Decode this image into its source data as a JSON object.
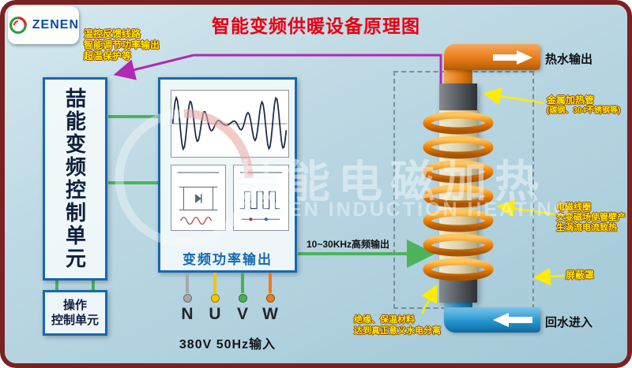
{
  "title": "智能变频供暖设备原理图",
  "logo": {
    "brand": "ZENEN"
  },
  "feedback_note": {
    "line1": "温控反馈线路",
    "line2": "智能调节功率输出",
    "line3": "超温保护等"
  },
  "control_unit": {
    "label": "喆能变频控制单元"
  },
  "operation_unit": {
    "line1": "操作",
    "line2": "控制单元"
  },
  "inverter": {
    "label": "变频功率输出"
  },
  "terminals": {
    "n": "N",
    "u": "U",
    "v": "V",
    "w": "W"
  },
  "power_input": "380V 50Hz输入",
  "hf_output": "10~30KHz高频输出",
  "hot_water": "热水输出",
  "return_water": "回水进入",
  "labels": {
    "tube": {
      "line1": "金属加热管",
      "line2": "(碳钢、304不锈钢等)"
    },
    "coil": {
      "line1": "电磁线圈",
      "line2": "交变磁场使管壁产",
      "line3": "生涡流电流致热"
    },
    "shield": "屏蔽罩",
    "insulation": {
      "line1": "绝缘、保温材料",
      "line2": "达到真正意义水电分离"
    }
  },
  "watermark": {
    "cn": "喆能电磁加热",
    "en": "ZENEN INDUCTION HEATING"
  },
  "colors": {
    "frame": "#7a2121",
    "title": "#e60012",
    "boxBlue": "#1668b3",
    "green": "#4db35a",
    "purple": "#b02ab2",
    "yellow": "#ffec00",
    "hotPipe": "#e87b17",
    "coldPipe": "#2596d1",
    "coil": "#ee7f00",
    "tubeBody": "#dcd2ad",
    "tubeCap": "#53585d",
    "termN": "#a8a8a8",
    "termU": "#f2c500",
    "termV": "#49b054",
    "termW": "#ef7b1a"
  }
}
